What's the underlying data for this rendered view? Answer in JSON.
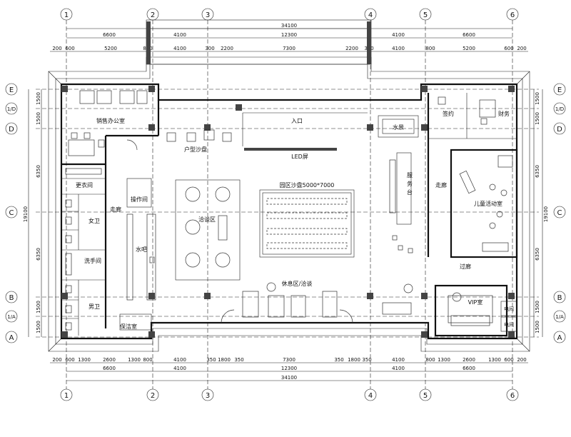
{
  "drawing": {
    "axes_columns": [
      "1",
      "2",
      "3",
      "4",
      "5",
      "6"
    ],
    "axes_rows": [
      "E",
      "1/D",
      "D",
      "C",
      "B",
      "1/A",
      "A"
    ],
    "top_total": "34100",
    "top_mid": "12300",
    "top_row1": [
      "6600",
      "4100",
      "4100",
      "6600"
    ],
    "top_row2": [
      "200",
      "600",
      "5200",
      "800",
      "4100",
      "300",
      "2200",
      "7300",
      "2200",
      "300",
      "4100",
      "800",
      "5200",
      "600",
      "200"
    ],
    "bottom_row1": [
      "200",
      "600",
      "1300",
      "2600",
      "1300",
      "800",
      "4100",
      "350",
      "1800",
      "350",
      "7300",
      "350",
      "1800",
      "350",
      "4100",
      "800",
      "1300",
      "2600",
      "1300",
      "600",
      "200"
    ],
    "bottom_row2": [
      "6600",
      "4100",
      "12300",
      "4100",
      "6600"
    ],
    "bottom_total": "34100",
    "left_dims": [
      "1500",
      "1500",
      "6350",
      "6350",
      "1500",
      "1500"
    ],
    "left_total": "19100",
    "right_dims": [
      "1500",
      "1500",
      "6350",
      "6350",
      "1500",
      "1500"
    ],
    "right_total": "19100"
  },
  "rooms": {
    "sales_office": "销售办公室",
    "sand_table_unit": "户型沙盘",
    "entrance": "入口",
    "led_screen": "LED屏",
    "water_feature": "水景",
    "sign_contract": "签约",
    "finance": "财务",
    "dressing": "更衣间",
    "female_wc": "女卫",
    "wash": "洗手间",
    "male_wc": "男卫",
    "corridor_left": "走廊",
    "operation": "操作间",
    "water_bar": "水吧",
    "cleaning": "保洁室",
    "negotiation": "洽谈区",
    "park_sand_table": "园区沙盘5000*7000",
    "service_desk_1": "服",
    "service_desk_2": "务",
    "service_desk_3": "台",
    "corridor_right": "走廊",
    "kids_area": "儿童活动室",
    "passage": "过廊",
    "vip": "VIP室",
    "rest_area": "休息区/洽谈",
    "elec1": "电间",
    "elec2": "电间"
  }
}
